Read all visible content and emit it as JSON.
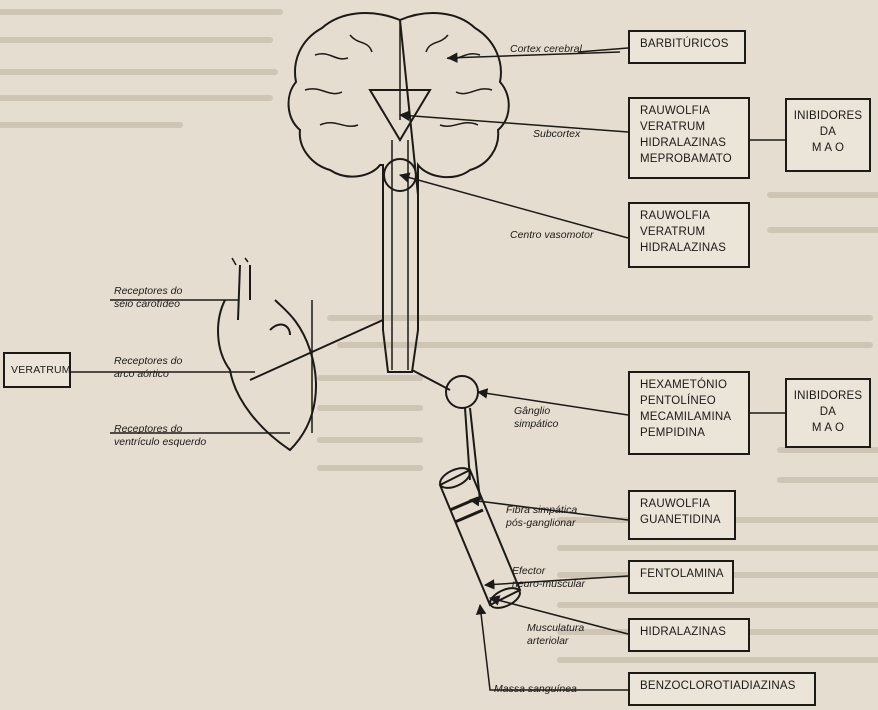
{
  "labels": {
    "cortex": "Cortex cerebral",
    "subcortex": "Subcortex",
    "vasomotor": "Centro vasomotor",
    "receptor1": [
      "Receptores do",
      "seio carotídeo"
    ],
    "receptor2": [
      "Receptores do",
      "arco aórtico"
    ],
    "receptor3": [
      "Receptores do",
      "ventrículo esquerdo"
    ],
    "ganglio": [
      "Gânglio",
      "simpático"
    ],
    "fibra": [
      "Fibra simpática",
      "pós-ganglionar"
    ],
    "efector": [
      "Efector",
      "neuro-muscular"
    ],
    "musculatura": [
      "Musculatura",
      "arteriolar"
    ],
    "massa": "Massa sanguínea"
  },
  "boxes": {
    "barbituricos": [
      "BARBITÚRICOS"
    ],
    "subcortex_drugs": [
      "RAUWOLFIA",
      "VERATRUM",
      "HIDRALAZINAS",
      "MEPROBAMATO"
    ],
    "mao1": [
      "INIBIDORES",
      "DA",
      "M A O"
    ],
    "vasomotor_drugs": [
      "RAUWOLFIA",
      "VERATRUM",
      "HIDRALAZINAS"
    ],
    "veratrum": [
      "VERATRUM"
    ],
    "ganglio_drugs": [
      "HEXAMETÓNIO",
      "PENTOLÍNEO",
      "MECAMILAMINA",
      "PEMPIDINA"
    ],
    "mao2": [
      "INIBIDORES",
      "DA",
      "M A O"
    ],
    "fibra_drugs": [
      "RAUWOLFIA",
      "GUANETIDINA"
    ],
    "fentolamina": [
      "FENTOLAMINA"
    ],
    "hidralazinas": [
      "HIDRALAZINAS"
    ],
    "benzo": [
      "BENZOCLOROTIADIAZINAS"
    ]
  }
}
